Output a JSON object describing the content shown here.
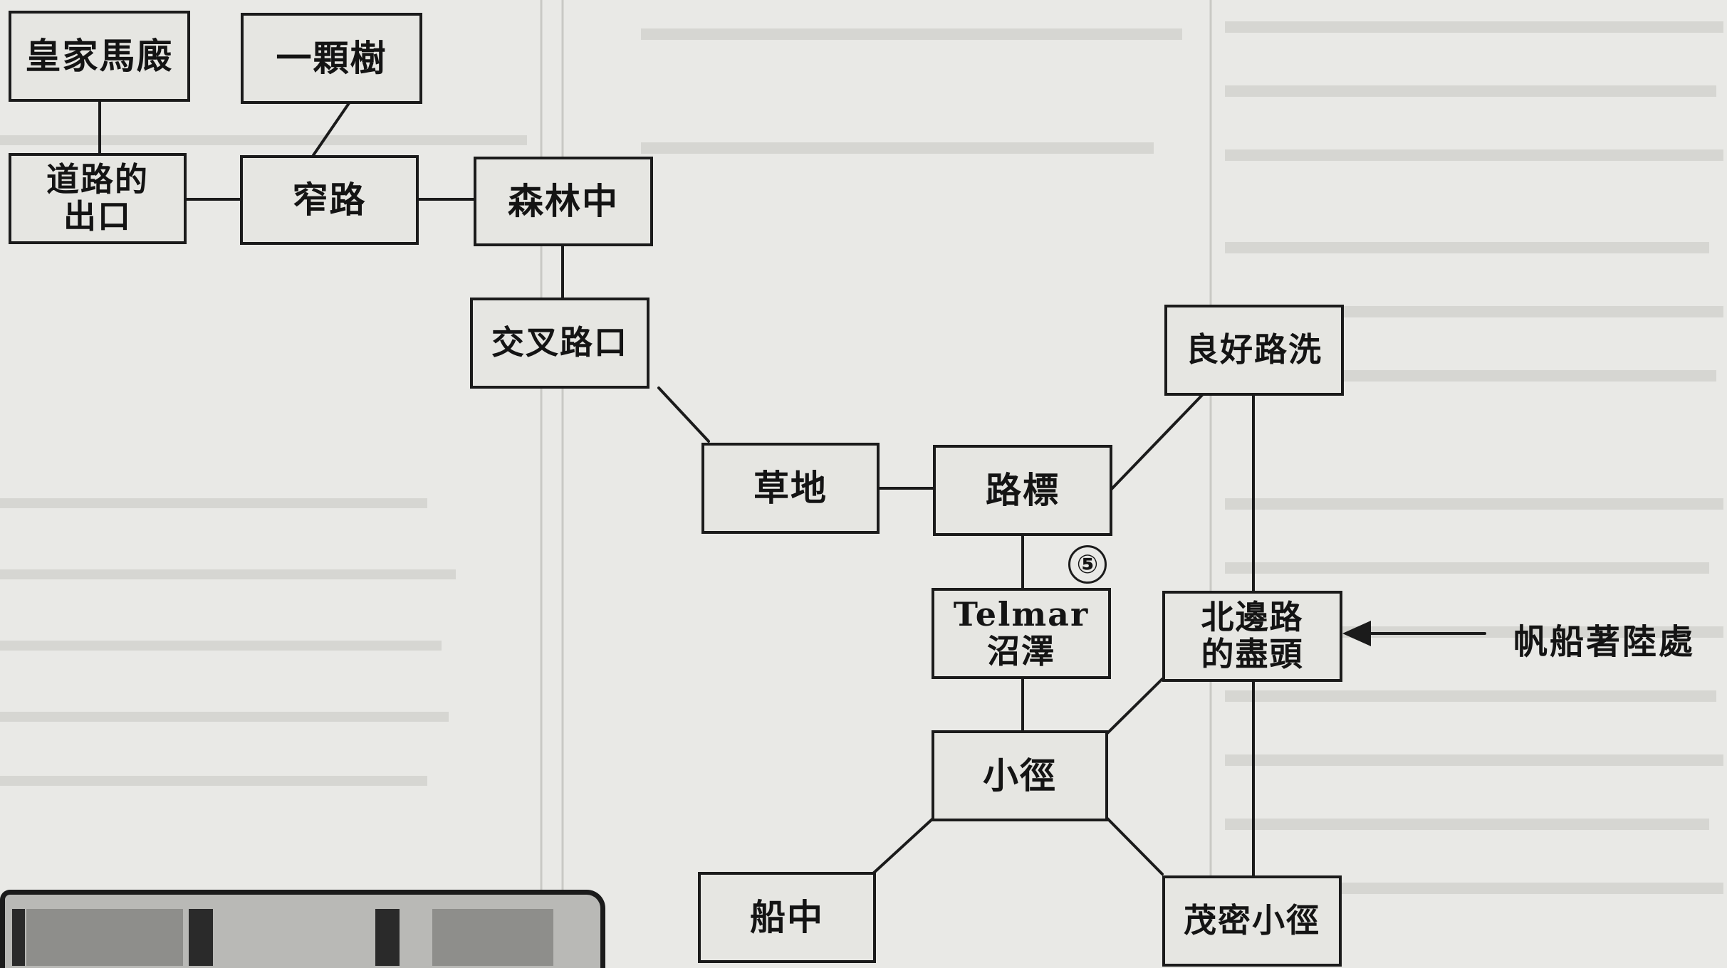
{
  "nodes": {
    "royal_stable": "皇家馬廄",
    "one_tree": "一顆樹",
    "road_exit": "道路的\n出口",
    "narrow_road": "窄路",
    "forest": "森林中",
    "crossroad": "交叉路口",
    "good_road": "良好路洗",
    "meadow": "草地",
    "signpost": "路標",
    "telmar_marsh": "Telmar\n沼澤",
    "north_road_end": "北邊路\n的盡頭",
    "path": "小徑",
    "on_ship": "船中",
    "dense_path": "茂密小徑"
  },
  "marker": "⑤",
  "annotation": "帆船著陸處"
}
